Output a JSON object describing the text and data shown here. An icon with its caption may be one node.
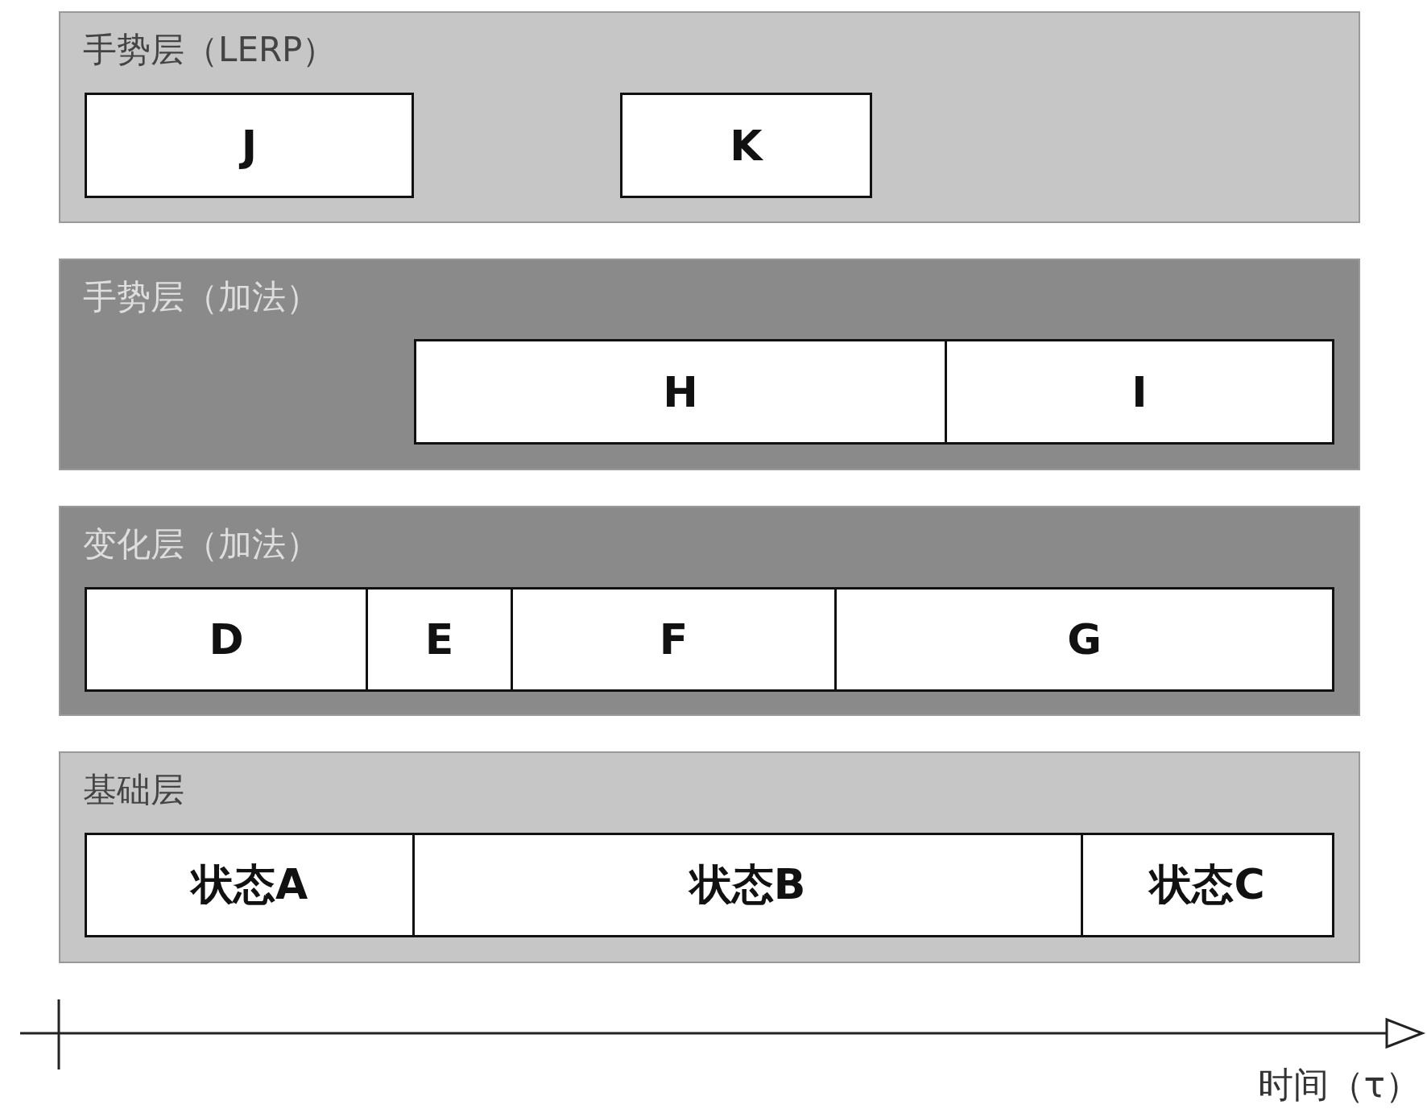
{
  "diagram": {
    "nodes": [
      {
        "text": [
          "手势层（LERP）"
        ]
      },
      {
        "text": [
          "J"
        ],
        "in": 0
      },
      {
        "text": [
          "K"
        ],
        "in": 0
      },
      {
        "text": [
          "手势层（加法）"
        ]
      },
      {
        "text": [
          "H"
        ],
        "in": 3
      },
      {
        "text": [
          "I"
        ],
        "in": 3
      },
      {
        "text": [
          "变化层（加法）"
        ]
      },
      {
        "text": [
          "D"
        ],
        "in": 6
      },
      {
        "text": [
          "E"
        ],
        "in": 6
      },
      {
        "text": [
          "F"
        ],
        "in": 6
      },
      {
        "text": [
          "G"
        ],
        "in": 6
      },
      {
        "text": [
          "基础层"
        ]
      },
      {
        "text": [
          "状态A"
        ],
        "in": 11
      },
      {
        "text": [
          "状态B"
        ],
        "in": 11
      },
      {
        "text": [
          "状态C"
        ],
        "in": 11
      }
    ],
    "edges": [],
    "labels": [
      "时间（τ）"
    ]
  }
}
